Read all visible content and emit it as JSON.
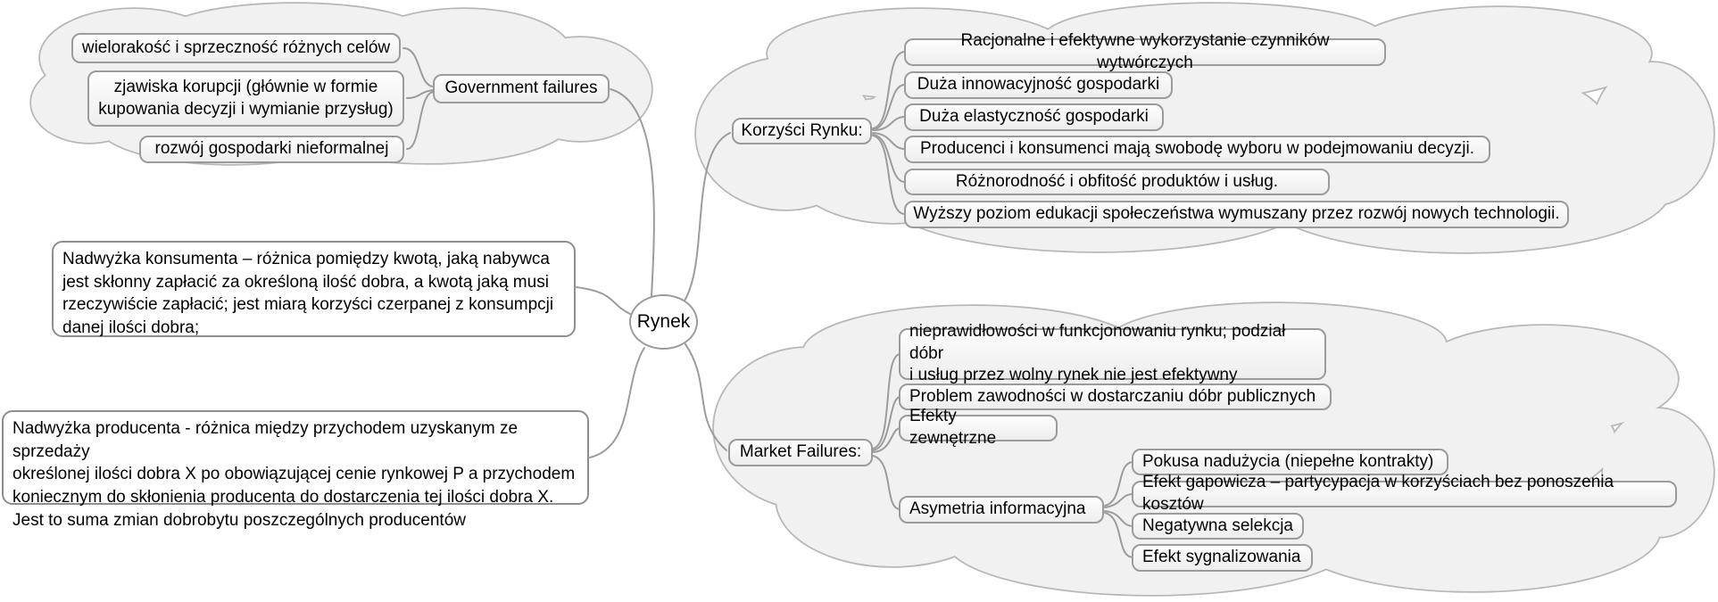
{
  "root": {
    "label": "Rynek"
  },
  "government_failures": {
    "label": "Government failures",
    "items": [
      {
        "label": "wielorakość i sprzeczność różnych celów"
      },
      {
        "label": "zjawiska korupcji (głównie w formie\nkupowania decyzji i wymianie przysług)"
      },
      {
        "label": "rozwój gospodarki nieformalnej"
      }
    ]
  },
  "consumer_surplus": {
    "text": "Nadwyżka konsumenta – różnica pomiędzy kwotą, jaką nabywca\njest skłonny zapłacić za określoną ilość dobra, a kwotą jaką musi\nrzeczywiście zapłacić; jest miarą korzyści czerpanej z konsumpcji\ndanej ilości dobra;"
  },
  "producer_surplus": {
    "text": "Nadwyżka producenta - różnica między przychodem uzyskanym ze sprzedaży\nokreślonej ilości dobra X po obowiązującej cenie rynkowej P a przychodem\nkoniecznym do skłonienia producenta do dostarczenia tej ilości dobra X.\nJest to suma zmian dobrobytu poszczególnych producentów"
  },
  "market_benefits": {
    "label": "Korzyści Rynku:",
    "items": [
      {
        "label": "Racjonalne i efektywne wykorzystanie czynników wytwórczych"
      },
      {
        "label": "Duża innowacyjność gospodarki"
      },
      {
        "label": "Duża elastyczność gospodarki"
      },
      {
        "label": "Producenci i konsumenci mają swobodę wyboru w podejmowaniu decyzji."
      },
      {
        "label": "Różnorodność i obfitość produktów i usług."
      },
      {
        "label": "Wyższy poziom edukacji społeczeństwa wymuszany przez rozwój nowych technologii."
      }
    ]
  },
  "market_failures": {
    "label": "Market Failures:",
    "items": [
      {
        "label": "nieprawidłowości w funkcjonowaniu rynku; podział dóbr\ni usług przez wolny rynek nie jest efektywny"
      },
      {
        "label": "Problem zawodności w dostarczaniu dóbr publicznych"
      },
      {
        "label": "Efekty zewnętrzne"
      },
      {
        "label": "Asymetria informacyjna",
        "children": [
          {
            "label": "Pokusa nadużycia (niepełne kontrakty)"
          },
          {
            "label": "Efekt gapowicza – partycypacja w korzyściach bez ponoszenia kosztów"
          },
          {
            "label": "Negatywna selekcja"
          },
          {
            "label": "Efekt sygnalizowania"
          }
        ]
      }
    ]
  },
  "colors": {
    "background": "#ffffff",
    "cloud_fill": "#f1f1f1",
    "cloud_stroke": "#b7b7b7",
    "box_border": "#9b9b9b",
    "connector": "#9c9c9c",
    "text": "#000000"
  }
}
